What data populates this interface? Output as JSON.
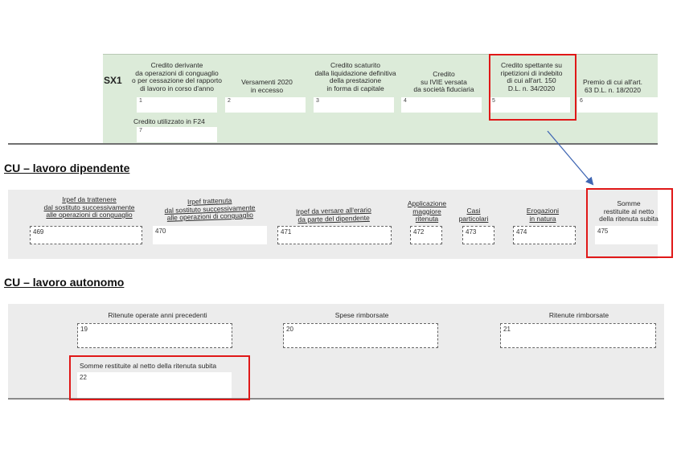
{
  "sx1": {
    "code": "SX1",
    "fields": [
      {
        "label": "Credito derivante\nda operazioni di conguaglio\no per cessazione del rapporto\ndi lavoro in corso d'anno",
        "num": "1"
      },
      {
        "label": "Versamenti 2020\nin eccesso",
        "num": "2"
      },
      {
        "label": "Credito scaturito\ndalla liquidazione definitiva\ndella prestazione\nin forma di capitale",
        "num": "3"
      },
      {
        "label": "Credito\nsu IVIE versata\nda società fiduciaria",
        "num": "4"
      },
      {
        "label": "Credito spettante su\nripetizioni di indebito\ndi cui all'art. 150\nD.L. n. 34/2020",
        "num": "5"
      },
      {
        "label": "Premio di cui all'art.\n63 D.L. n. 18/2020",
        "num": "6"
      },
      {
        "label": "Credito utilizzato in F24",
        "num": "7"
      }
    ]
  },
  "dipendente": {
    "heading": "CU – lavoro dipendente",
    "fields": [
      {
        "label": "Irpef da trattenere\ndal sostituto successivamente\nalle operazioni di conguaglio",
        "num": "469"
      },
      {
        "label": "Irpef trattenuta\ndal sostituto successivamente\nalle operazioni di conguaglio",
        "num": "470"
      },
      {
        "label": "Irpef da versare all'erario\nda parte del dipendente",
        "num": "471"
      },
      {
        "label": "Applicazione\nmaggiore\nritenuta",
        "num": "472"
      },
      {
        "label": "Casi\nparticolari",
        "num": "473"
      },
      {
        "label": "Erogazioni\nin natura",
        "num": "474"
      },
      {
        "label": "Somme\nrestituite al netto\ndella ritenuta subita",
        "num": "475"
      }
    ]
  },
  "autonomo": {
    "heading": "CU – lavoro autonomo",
    "fields": [
      {
        "label": "Ritenute operate anni precedenti",
        "num": "19"
      },
      {
        "label": "Spese rimborsate",
        "num": "20"
      },
      {
        "label": "Ritenute rimborsate",
        "num": "21"
      },
      {
        "label": "Somme restituite al netto della ritenuta subita",
        "num": "22"
      }
    ]
  },
  "colors": {
    "green_panel": "#dcebd9",
    "grey_panel": "#ececec",
    "highlight": "#e01818",
    "arrow": "#3f66b3"
  }
}
